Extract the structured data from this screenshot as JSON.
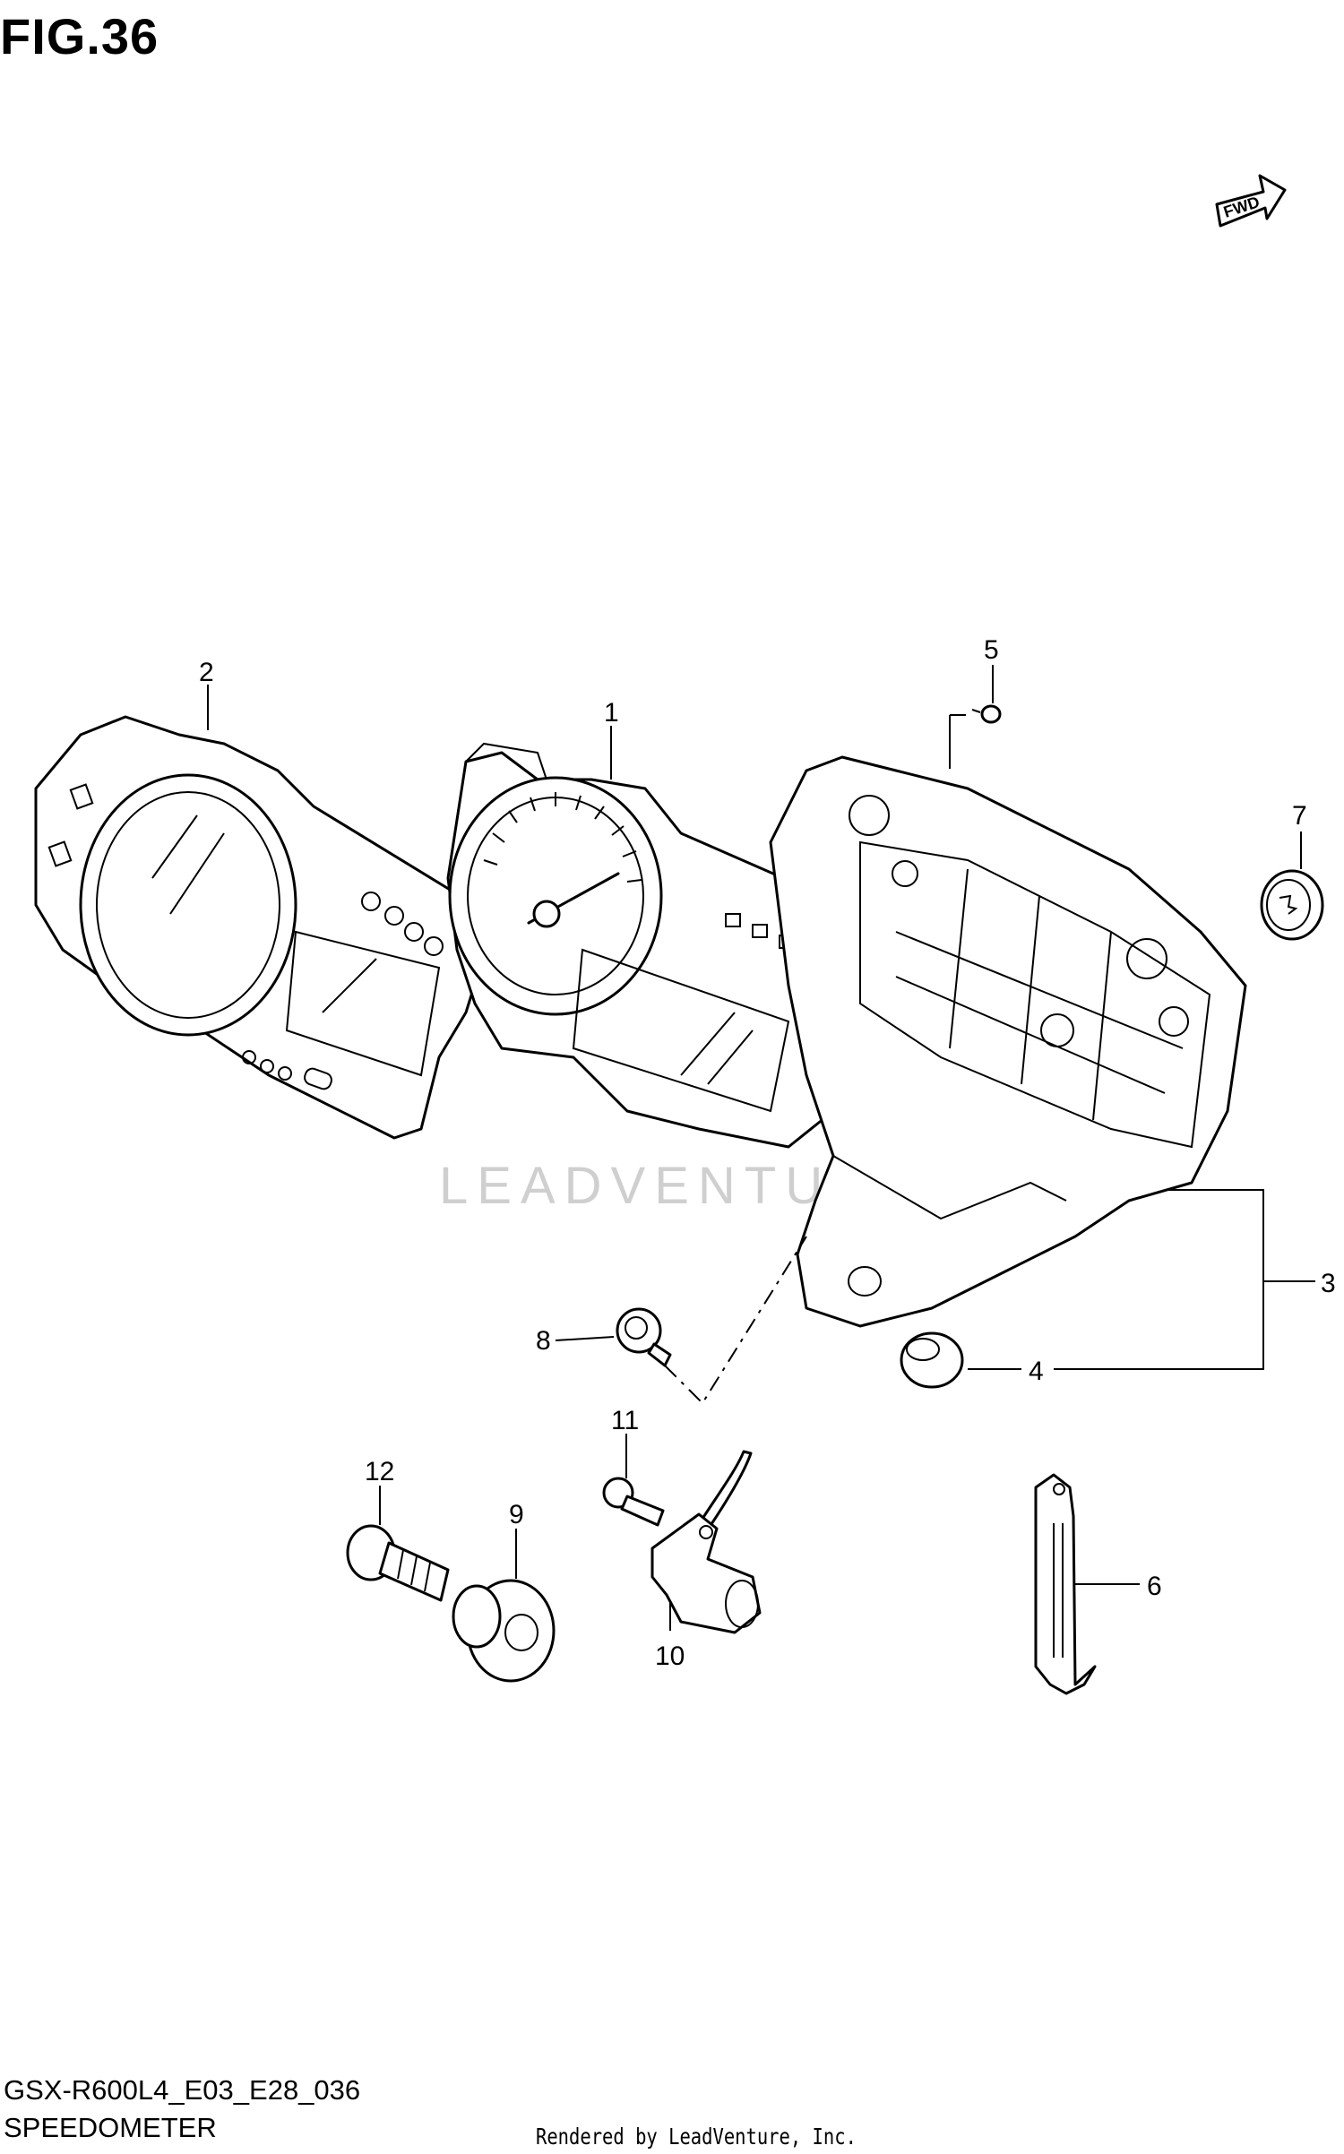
{
  "figure": {
    "title": "FIG.36",
    "direction_badge": "FWD"
  },
  "callouts": [
    {
      "number": "1",
      "part": "speedometer-assembly"
    },
    {
      "number": "2",
      "part": "front-cover"
    },
    {
      "number": "3",
      "part": "case-assembly"
    },
    {
      "number": "4",
      "part": "cushion"
    },
    {
      "number": "5",
      "part": "screw"
    },
    {
      "number": "6",
      "part": "band"
    },
    {
      "number": "7",
      "part": "cap"
    },
    {
      "number": "8",
      "part": "bolt"
    },
    {
      "number": "9",
      "part": "washer"
    },
    {
      "number": "10",
      "part": "sensor"
    },
    {
      "number": "11",
      "part": "bolt"
    },
    {
      "number": "12",
      "part": "bolt"
    }
  ],
  "watermark": "LEADVENTURE",
  "footer": {
    "model_code": "GSX-R600L4_E03_E28_036",
    "section_name": "SPEEDOMETER",
    "credit": "Rendered by LeadVenture, Inc."
  }
}
